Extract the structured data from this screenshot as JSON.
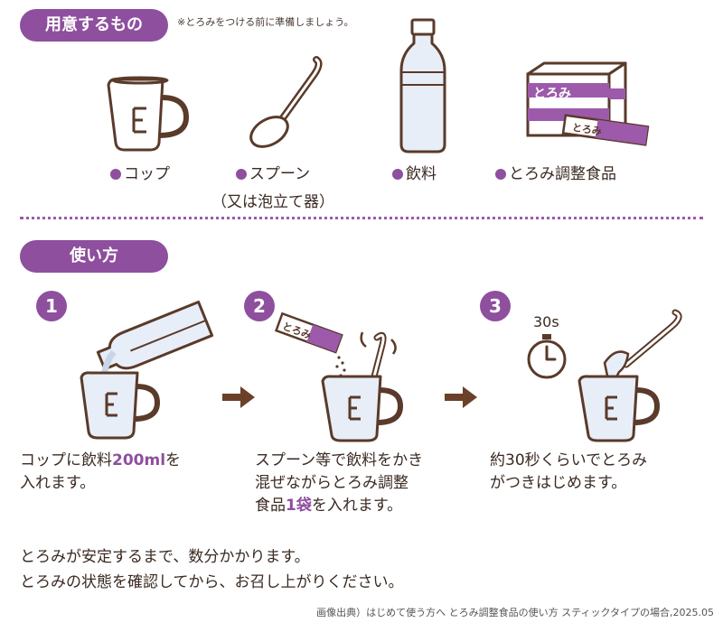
{
  "prepare": {
    "title": "用意するもの",
    "note": "※とろみをつける前に準備しましょう。",
    "items": [
      {
        "label": "コップ"
      },
      {
        "label": "スプーン",
        "sublabel": "（又は泡立て器）"
      },
      {
        "label": "飲料"
      },
      {
        "label": "とろみ調整食品"
      }
    ],
    "box_label": "とろみ",
    "stick_label": "とろみ"
  },
  "usage": {
    "title": "使い方",
    "steps": [
      {
        "number": "1",
        "line1_a": "コップに飲料",
        "line1_hl": "200ml",
        "line1_b": "を",
        "line2": "入れます。"
      },
      {
        "number": "2",
        "line1": "スプーン等で飲料をかき",
        "line2": "混ぜながらとろみ調整",
        "line3_a": "食品",
        "line3_hl": "1袋",
        "line3_b": "を入れます。",
        "stick_label": "とろみ"
      },
      {
        "number": "3",
        "line1": "約30秒くらいでとろみ",
        "line2": "がつきはじめます。",
        "timer_label": "30s"
      }
    ]
  },
  "footer": {
    "line1": "とろみが安定するまで、数分かかります。",
    "line2": "とろみの状態を確認してから、お召し上がりください。"
  },
  "source": "画像出典）はじめて使う方へ とろみ調整食品の使い方 スティックタイプの場合,2025.05",
  "colors": {
    "accent": "#8e4f9e",
    "outline": "#5a3a2a",
    "arrow": "#6b4028"
  }
}
